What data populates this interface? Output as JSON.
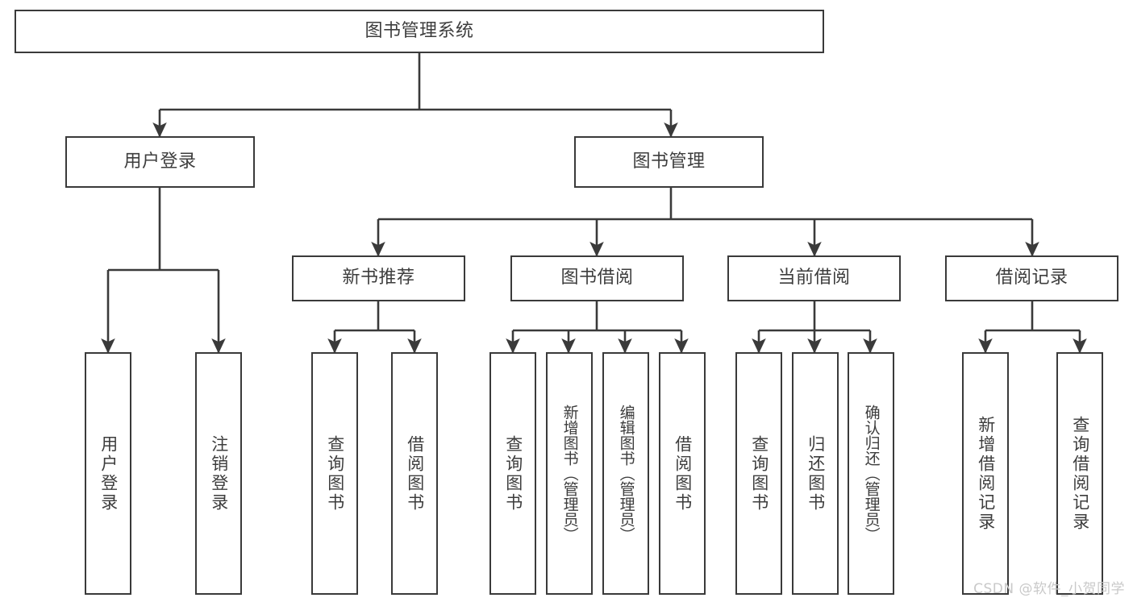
{
  "diagram": {
    "title": "图书管理系统",
    "watermark": "CSDN @软件_小贺同学",
    "edge_color": "#3a3a3a",
    "node_border_color": "#3a3a3a",
    "node_fill": "#ffffff",
    "text_color": "#3d3d3d",
    "background": "#ffffff",
    "levels": {
      "root": {
        "label": "图书管理系统"
      },
      "level2": [
        {
          "label": "用户登录"
        },
        {
          "label": "图书管理"
        }
      ],
      "level3": [
        {
          "label": "新书推荐"
        },
        {
          "label": "图书借阅"
        },
        {
          "label": "当前借阅"
        },
        {
          "label": "借阅记录"
        }
      ],
      "leaves": {
        "user_login": [
          {
            "label": "用户登录"
          },
          {
            "label": "注销登录"
          }
        ],
        "new_book_recommend": [
          {
            "label": "查询图书"
          },
          {
            "label": "借阅图书"
          }
        ],
        "book_borrow": [
          {
            "label": "查询图书"
          },
          {
            "label": "新增图书（管理员）"
          },
          {
            "label": "编辑图书（管理员）"
          },
          {
            "label": "借阅图书"
          }
        ],
        "current_borrow": [
          {
            "label": "查询图书"
          },
          {
            "label": "归还图书"
          },
          {
            "label": "确认归还（管理员）"
          }
        ],
        "borrow_record": [
          {
            "label": "新增借阅记录"
          },
          {
            "label": "查询借阅记录"
          }
        ]
      }
    }
  }
}
